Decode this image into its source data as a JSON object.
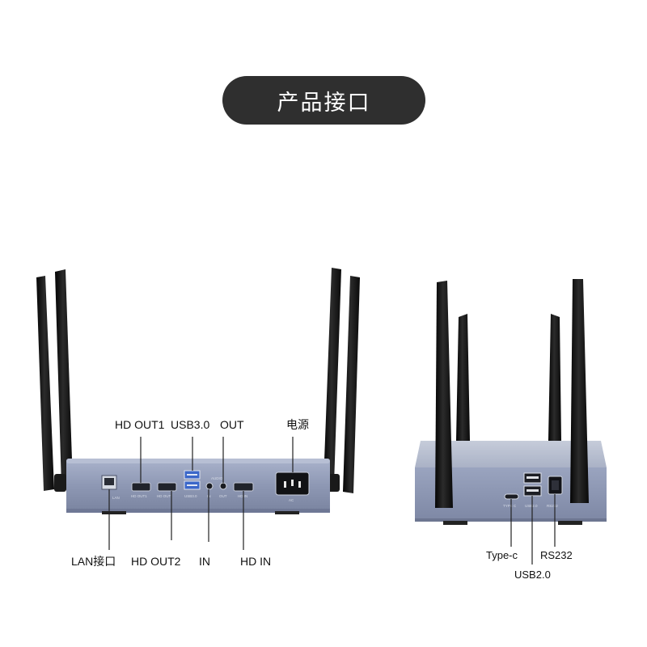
{
  "title": "产品接口",
  "front_labels_top": {
    "hd_out1": "HD OUT1",
    "usb30": "USB3.0",
    "out": "OUT",
    "power": "电源"
  },
  "front_labels_bottom": {
    "lan": "LAN接口",
    "hd_out2": "HD OUT2",
    "in": "IN",
    "hd_in": "HD IN"
  },
  "side_labels": {
    "type_c": "Type-c",
    "rs232": "RS232",
    "usb20": "USB2.0"
  },
  "printed_port_text": {
    "lan": "LAN",
    "hd_out1": "HD OUT1",
    "hd_out": "HD OUT",
    "usb30": "USB3.0",
    "audio": "AUDIO",
    "in": "IN",
    "out": "OUT",
    "hd_in": "HD IN",
    "ac": "AC",
    "type_c": "TYPE C",
    "usb20": "USB2.0",
    "rs232": "RS232"
  },
  "colors": {
    "title_bg": "#2f2f2f",
    "device_body": "#8e98b4",
    "antenna": "#151515"
  }
}
